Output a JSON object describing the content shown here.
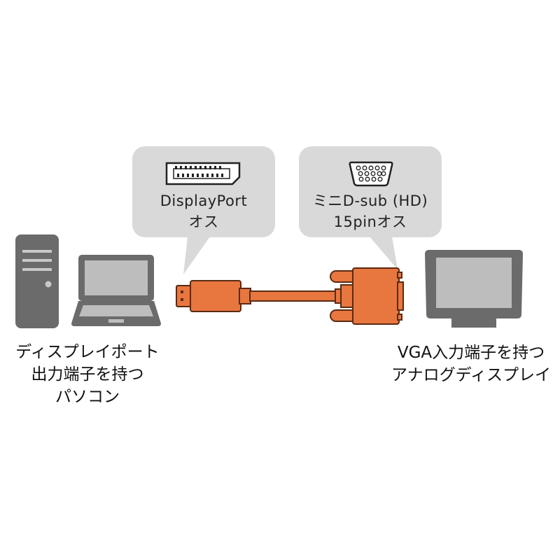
{
  "diagram": {
    "source_bubble": {
      "icon": "displayport-connector-icon",
      "line1": "DisplayPort",
      "line2": "オス"
    },
    "target_bubble": {
      "icon": "vga-connector-icon",
      "line1": "ミニD-sub (HD)",
      "line2": "15pinオス"
    },
    "left_caption": {
      "line1": "ディスプレイポート",
      "line2": "出力端子を持つ",
      "line3": "パソコン"
    },
    "right_caption": {
      "line1": "VGA入力端子を持つ",
      "line2": "アナログディスプレイ"
    },
    "devices": {
      "left": [
        "desktop-tower-icon",
        "laptop-icon"
      ],
      "right": [
        "monitor-icon"
      ],
      "cable": "displayport-to-vga-cable"
    },
    "colors": {
      "cable": "#e8773f",
      "cable_outline": "#5a2a12",
      "device_dark": "#6b6b6b",
      "device_light": "#bdbdbd",
      "bubble": "#d9d9d9"
    }
  }
}
